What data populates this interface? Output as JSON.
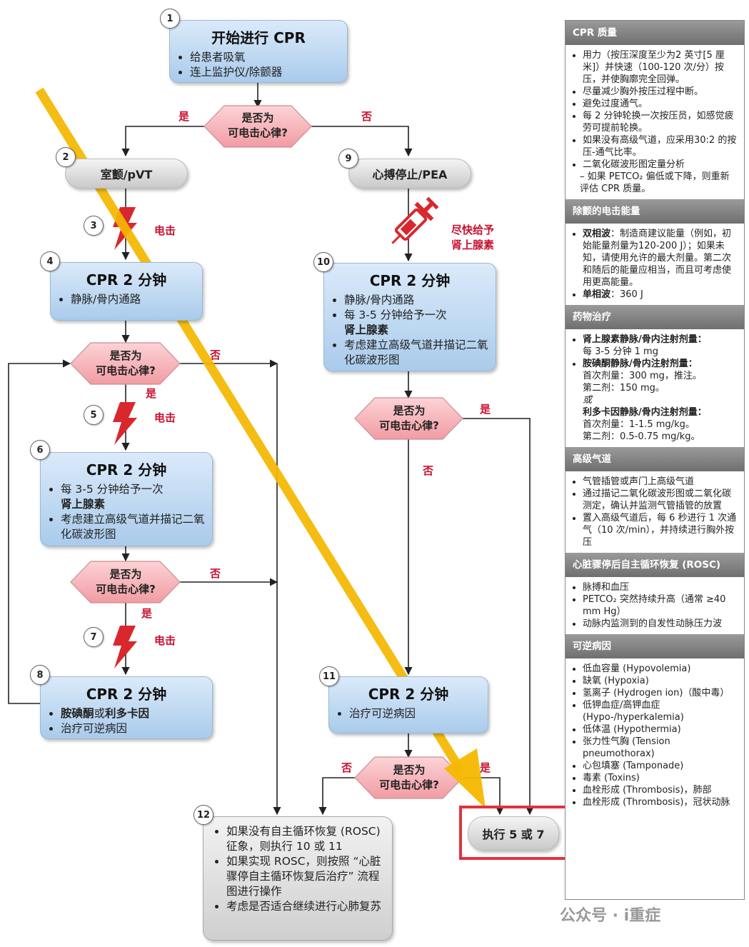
{
  "steps": {
    "s1": {
      "num": "1",
      "title": "开始进行 CPR",
      "items": [
        "给患者吸氧",
        "连上监护仪/除颤器"
      ]
    },
    "s2": {
      "num": "2",
      "label": "室颤/pVT"
    },
    "s3": {
      "num": "3",
      "shock": "电击"
    },
    "s4": {
      "num": "4",
      "title": "CPR 2 分钟",
      "items": [
        "静脉/骨内通路"
      ]
    },
    "s5": {
      "num": "5",
      "shock": "电击"
    },
    "s6": {
      "num": "6",
      "title": "CPR 2 分钟",
      "item1a": "每 3-5 分钟给予一次",
      "item1b": "肾上腺素",
      "item2": "考虑建立高级气道并描记二氧化碳波形图"
    },
    "s7": {
      "num": "7",
      "shock": "电击"
    },
    "s8": {
      "num": "8",
      "title": "CPR 2 分钟",
      "item1a": "胺碘酮",
      "item1b": "或",
      "item1c": "利多卡因",
      "item2": "治疗可逆病因"
    },
    "s9": {
      "num": "9",
      "label": "心搏停止/PEA"
    },
    "s10": {
      "num": "10",
      "epi_label_1": "尽快给予",
      "epi_label_2": "肾上腺素",
      "title": "CPR 2 分钟",
      "item1": "静脉/骨内通路",
      "item2a": "每 3-5 分钟给予一次",
      "item2b": "肾上腺素",
      "item3": "考虑建立高级气道并描记二氧化碳波形图"
    },
    "s11": {
      "num": "11",
      "title": "CPR 2 分钟",
      "items": [
        "治疗可逆病因"
      ]
    },
    "s12": {
      "num": "12",
      "items": [
        "如果没有自主循环恢复 (ROSC) 征象，则执行 10 或 11",
        "如果实现 ROSC，则按照 “心脏骤停自主循环恢复后治疗” 流程图进行操作",
        "考虑是否适合继续进行心肺复苏"
      ]
    },
    "goto": {
      "label": "执行 5 或 7"
    }
  },
  "decision_text_1": "是否为",
  "decision_text_2": "可电击心律?",
  "yes": "是",
  "no": "否",
  "panel": {
    "cpr_quality": {
      "title": "CPR 质量",
      "items": [
        "用力（按压深度至少为2 英寸[5 厘米]）并快速（100-120 次/分）按压，并使胸廓完全回弹。",
        "尽量减少胸外按压过程中断。",
        "避免过度通气。",
        "每 2 分钟轮换一次按压员，如感觉疲劳可提前轮换。",
        "如果没有高级气道，应采用30:2 的按压-通气比率。",
        "二氧化碳波形图定量分析"
      ],
      "sub": "– 如果 PETCO₂ 偏低或下降，则重新评估 CPR 质量。"
    },
    "energy": {
      "title": "除颤的电击能量",
      "biphasic_label": "双相波",
      "biphasic_text": "：制造商建议能量（例如，初始能量剂量为120-200 J）；如果未知，请使用允许的最大剂量。第二次和随后的能量应相当，而且可考虑使用更高能量。",
      "mono_label": "单相波",
      "mono_text": "：360 J"
    },
    "drugs": {
      "title": "药物治疗",
      "epi_label": "肾上腺素静脉/骨内注射剂量：",
      "epi_text": "每 3-5 分钟 1 mg",
      "amio_label": "胺碘酮静脉/骨内注射剂量：",
      "amio_text1": "首次剂量：300 mg，推注。",
      "amio_text2": "第二剂：150 mg。",
      "or": "或",
      "lido_label": "利多卡因静脉/骨内注射剂量：",
      "lido_text1": "首次剂量：1-1.5 mg/kg。",
      "lido_text2": "第二剂：0.5-0.75 mg/kg。"
    },
    "airway": {
      "title": "高级气道",
      "items": [
        "气管插管或声门上高级气道",
        "通过描记二氧化碳波形图或二氧化碳测定，确认并监测气管插管的放置",
        "置入高级气道后，每 6 秒进行 1 次通气（10 次/min），并持续进行胸外按压"
      ]
    },
    "rosc": {
      "title": "心脏骤停后自主循环恢复 (ROSC)",
      "items": [
        "脉搏和血压",
        "PETCO₂ 突然持续升高（通常 ≥40 mm Hg）",
        "动脉内监测到的自发性动脉压力波"
      ]
    },
    "causes": {
      "title": "可逆病因",
      "items": [
        "低血容量 (Hypovolemia)",
        "缺氧 (Hypoxia)",
        "氢离子 (Hydrogen ion)（酸中毒）",
        "低钾血症/高钾血症 (Hypo-/hyperkalemia)",
        "低体温 (Hypothermia)",
        "张力性气胸 (Tension pneumothorax)",
        "心包填塞 (Tamponade)",
        "毒素 (Toxins)",
        "血栓形成 (Thrombosis)，肺部",
        "血栓形成 (Thrombosis)，冠状动脉"
      ]
    }
  },
  "watermark": "公众号 · i重症",
  "colors": {
    "box_blue": "#a9cbeb",
    "decision_pink": "#f6b8bd",
    "shock_red": "#d8282e",
    "highlight": "#e0333c",
    "arrow_yellow": "#f5b800"
  }
}
